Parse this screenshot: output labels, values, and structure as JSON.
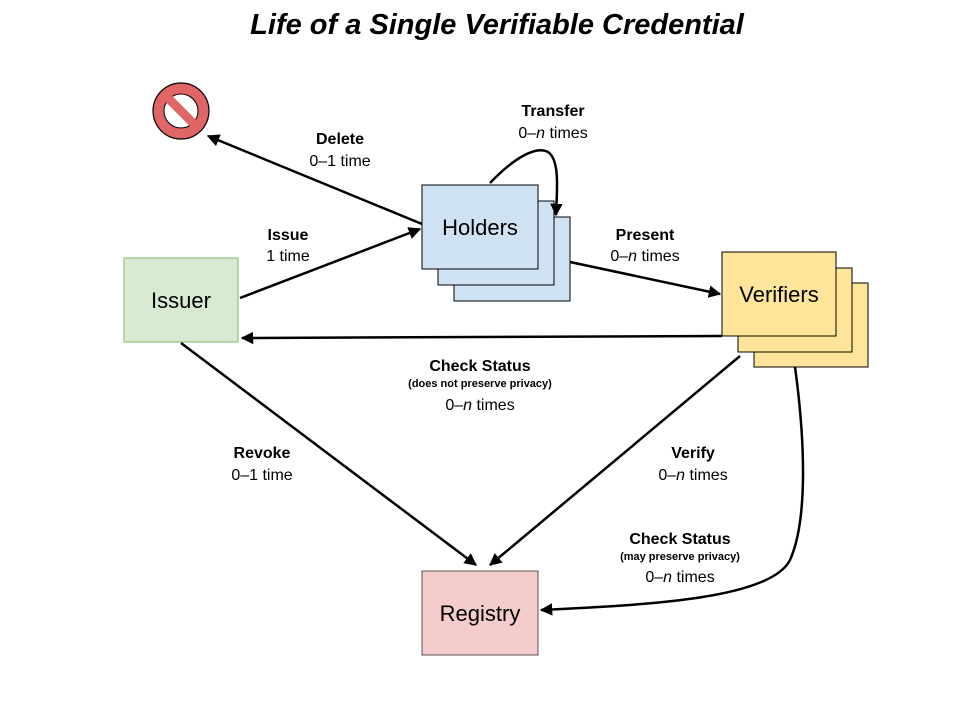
{
  "title": "Life of a Single Verifiable Credential",
  "colors": {
    "issuer_fill": "#d9ead3",
    "issuer_stroke": "#93c47d",
    "holder_fill": "#cfe2f3",
    "holder_stroke": "#6fa8dc",
    "verifier_fill": "#ffe599",
    "verifier_stroke": "#f1c232",
    "registry_fill": "#f4cccc",
    "registry_stroke": "#e06666",
    "delete_fill": "#e06666"
  },
  "nodes": {
    "issuer": "Issuer",
    "holders": "Holders",
    "verifiers": "Verifiers",
    "registry": "Registry",
    "deleted": {
      "icon": "prohibited-icon"
    }
  },
  "edges": {
    "delete": {
      "name": "Delete",
      "freq_prefix": "0–1 time",
      "freq_var": ""
    },
    "transfer": {
      "name": "Transfer",
      "freq_prefix": "0–",
      "freq_var": "n",
      "freq_suffix": " times"
    },
    "issue": {
      "name": "Issue",
      "freq_prefix": "1 time",
      "freq_var": ""
    },
    "present": {
      "name": "Present",
      "freq_prefix": "0–",
      "freq_var": "n",
      "freq_suffix": " times"
    },
    "check_status_issuer": {
      "name": "Check Status",
      "note": "(does not preserve privacy)",
      "freq_prefix": "0–",
      "freq_var": "n",
      "freq_suffix": " times"
    },
    "revoke": {
      "name": "Revoke",
      "freq_prefix": "0–1 time",
      "freq_var": ""
    },
    "verify": {
      "name": "Verify",
      "freq_prefix": "0–",
      "freq_var": "n",
      "freq_suffix": " times"
    },
    "check_status_registry": {
      "name": "Check Status",
      "note": "(may preserve privacy)",
      "freq_prefix": "0–",
      "freq_var": "n",
      "freq_suffix": " times"
    }
  }
}
